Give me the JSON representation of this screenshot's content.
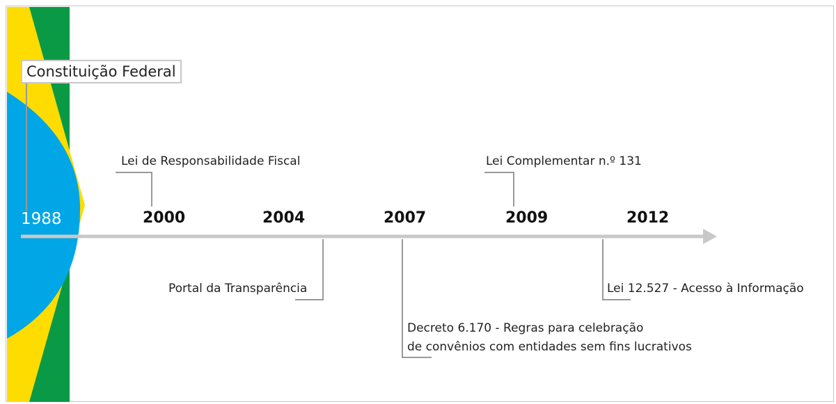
{
  "colors": {
    "flag_green": "#0a9a45",
    "flag_yellow": "#ffdc00",
    "flag_blue": "#00a6e6",
    "axis_gray": "#c8c8c8",
    "connector_gray": "#999999",
    "text": "#222222"
  },
  "milestones": [
    {
      "year": "1988",
      "event": "Constituição Federal"
    },
    {
      "year": "2000",
      "event": "Lei de Responsabilidade Fiscal"
    },
    {
      "year": "2004",
      "event": "Portal da Transparência"
    },
    {
      "year": "2007",
      "event_line1": "Decreto 6.170 - Regras para celebração",
      "event_line2": "de convênios com entidades sem fins lucrativos"
    },
    {
      "year": "2009",
      "event": "Lei Complementar n.º 131"
    },
    {
      "year": "2012",
      "event": "Lei 12.527 - Acesso à Informação"
    }
  ]
}
